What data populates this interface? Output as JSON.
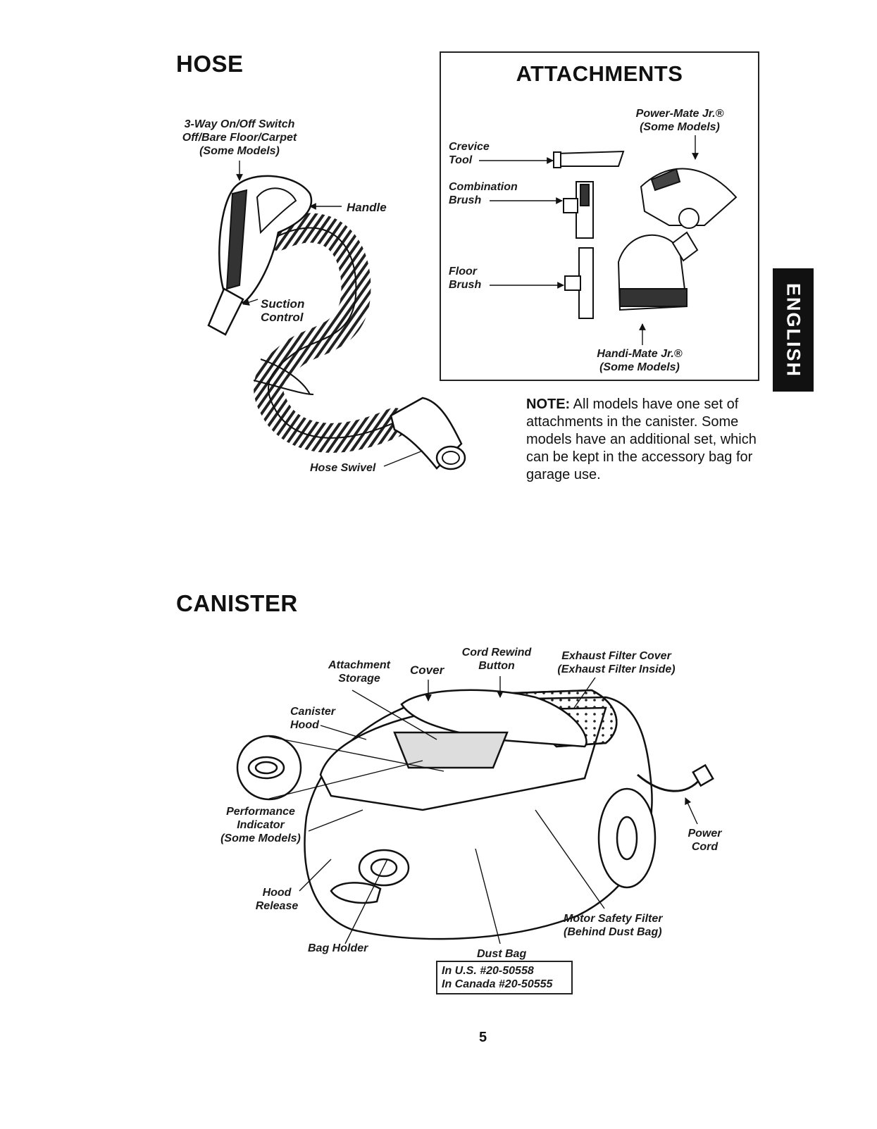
{
  "hose": {
    "heading": "HOSE",
    "switch_label": [
      "3-Way On/Off Switch",
      "Off/Bare Floor/Carpet",
      "(Some Models)"
    ],
    "handle_label": "Handle",
    "suction_label": [
      "Suction",
      "Control"
    ],
    "swivel_label": "Hose Swivel"
  },
  "attachments": {
    "heading": "ATTACHMENTS",
    "power_mate": [
      "Power-Mate Jr.®",
      "(Some Models)"
    ],
    "crevice": [
      "Crevice",
      "Tool"
    ],
    "combination": [
      "Combination",
      "Brush"
    ],
    "floor": [
      "Floor",
      "Brush"
    ],
    "handi_mate": [
      "Handi-Mate Jr.®",
      "(Some Models)"
    ]
  },
  "note": {
    "bold": "NOTE:",
    "text": " All models have one set of attachments in the canister. Some models have an additional set, which can be kept in the accessory bag for garage use."
  },
  "side_tab": "ENGLISH",
  "canister": {
    "heading": "CANISTER",
    "attachment_storage": [
      "Attachment",
      "Storage"
    ],
    "cover": "Cover",
    "cord_rewind": [
      "Cord Rewind",
      "Button"
    ],
    "exhaust_filter": [
      "Exhaust Filter Cover",
      "(Exhaust Filter Inside)"
    ],
    "canister_hood": [
      "Canister",
      "Hood"
    ],
    "performance": [
      "Performance",
      "Indicator",
      "(Some Models)"
    ],
    "hood_release": [
      "Hood",
      "Release"
    ],
    "bag_holder": "Bag Holder",
    "power_cord": [
      "Power",
      "Cord"
    ],
    "motor_filter": [
      "Motor Safety Filter",
      "(Behind Dust Bag)"
    ],
    "dust_bag": "Dust Bag",
    "part_numbers": [
      "In U.S. #20-50558",
      "In Canada #20-50555"
    ]
  },
  "page_number": "5"
}
